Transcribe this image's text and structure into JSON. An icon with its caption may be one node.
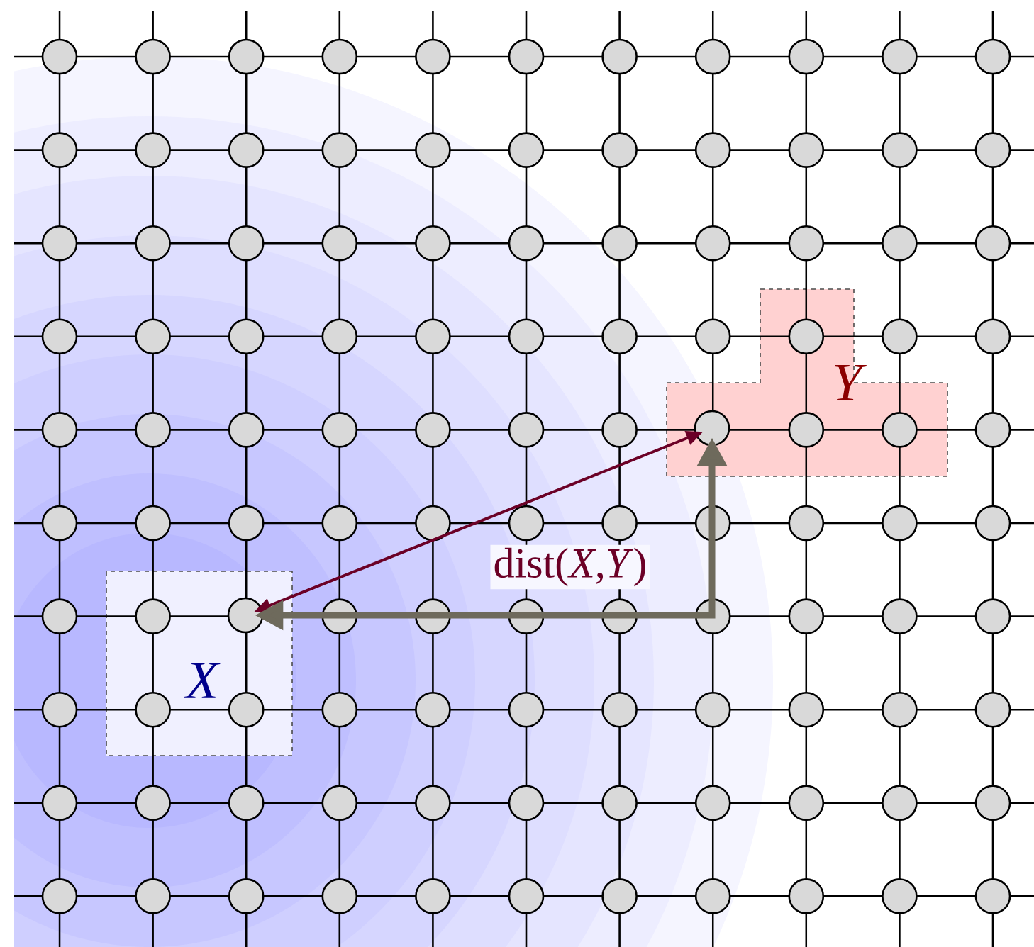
{
  "diagram": {
    "nodes": [
      {
        "text": [
          "X"
        ]
      },
      {
        "text": [],
        "shape": "circle",
        "in": 0
      },
      {
        "text": [
          "Y"
        ]
      },
      {
        "text": [],
        "shape": "circle",
        "in": 2
      }
    ],
    "edges": [
      {
        "from": 1,
        "to": 3,
        "arrow": "both",
        "label": "dist(*X*,*Y*)",
        "color": "#6b0026"
      },
      {
        "from": 1,
        "to": 3,
        "arrow": "both",
        "style": "thick",
        "color": "#6e6a5c"
      }
    ]
  }
}
